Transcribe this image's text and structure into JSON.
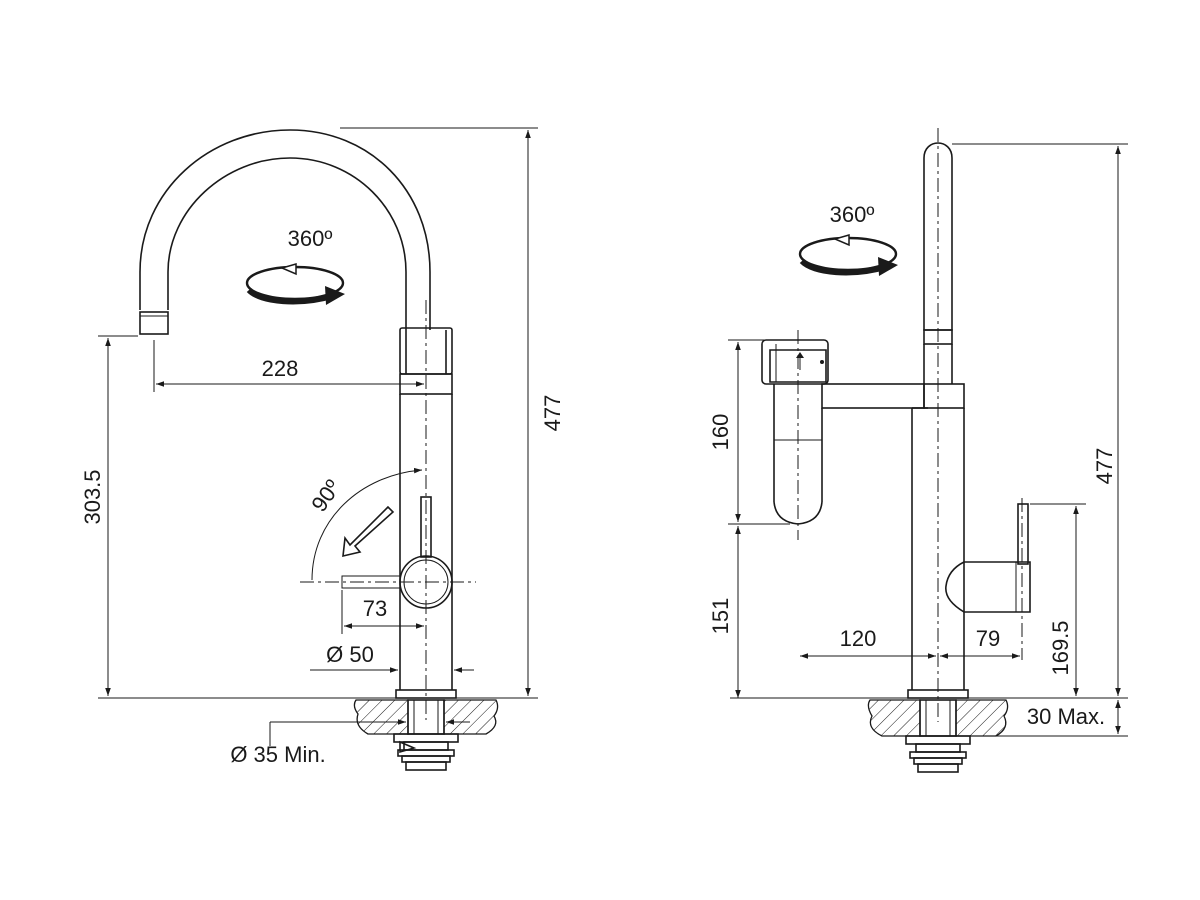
{
  "front_view": {
    "rotation_label": "360º",
    "tilt_label": "90º",
    "spout_reach": "228",
    "spout_height": "303.5",
    "total_height": "477",
    "handle_reach": "73",
    "body_diameter": "Ø 50",
    "hole_diameter": "Ø 35 Min."
  },
  "side_view": {
    "rotation_label": "360º",
    "head_length": "160",
    "head_height": "151",
    "total_height": "477",
    "head_offset": "120",
    "handle_offset": "79",
    "handle_height": "169.5",
    "deck_thickness": "30 Max."
  }
}
